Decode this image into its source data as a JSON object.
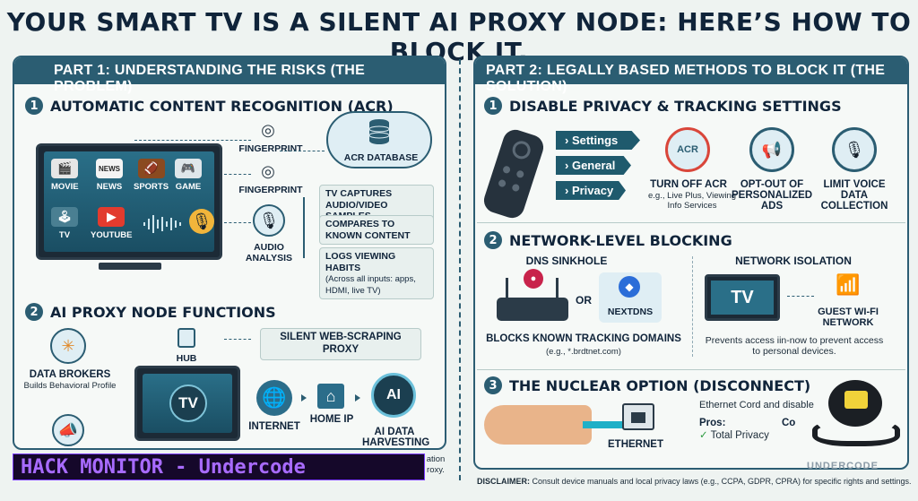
{
  "title": "YOUR SMART TV IS A SILENT AI PROXY NODE: HERE’S HOW TO BLOCK IT.",
  "left": {
    "header": "PART 1: UNDERSTANDING THE RISKS (THE PROBLEM)",
    "acr": {
      "num": "1",
      "title": "AUTOMATIC CONTENT RECOGNITION (ACR)",
      "apps": [
        "MOVIE",
        "NEWS",
        "SPORTS",
        "GAME",
        "TV",
        "YOUTUBE"
      ],
      "news_tag": "NEWS",
      "fingerprint1": "FINGERPRINT",
      "fingerprint2": "FINGERPRINT",
      "database": "ACR DATABASE",
      "audio": "AUDIO ANALYSIS",
      "steps": [
        {
          "title": "TV CAPTURES AUDIO/VIDEO SAMPLES",
          "sub": ""
        },
        {
          "title": "COMPARES TO KNOWN CONTENT",
          "sub": ""
        },
        {
          "title": "LOGS VIEWING HABITS",
          "sub": "(Across all inputs: apps, HDMI, live TV)"
        }
      ]
    },
    "proxy": {
      "num": "2",
      "title": "AI PROXY NODE FUNCTIONS",
      "data_brokers": "DATA BROKERS",
      "data_brokers_sub": "Builds Behavioral Profile",
      "hub": "HUB",
      "tv": "TV",
      "scraping": "SILENT WEB-SCRAPING PROXY",
      "internet": "INTERNET",
      "home_ip": "HOME IP",
      "ai": "AI",
      "ai_data": "AI DATA HARVESTING",
      "ai_tail": "ation",
      "ai_tail2": "roxy."
    }
  },
  "right": {
    "header": "PART 2: LEGALLY BASED METHODS TO BLOCK IT (THE SOLUTION)",
    "privacy": {
      "num": "1",
      "title": "DISABLE PRIVACY & TRACKING SETTINGS",
      "menu": [
        "Settings",
        "General",
        "Privacy"
      ],
      "acr_icon": "ACR",
      "items": [
        {
          "title": "TURN OFF ACR",
          "sub": "e.g., Live Plus, Viewing Info Services"
        },
        {
          "title": "OPT-OUT OF PERSONALIZED ADS",
          "sub": ""
        },
        {
          "title": "LIMIT VOICE DATA COLLECTION",
          "sub": ""
        }
      ]
    },
    "network": {
      "num": "2",
      "title": "NETWORK-LEVEL BLOCKING",
      "dns": "DNS SINKHOLE",
      "or": "OR",
      "nextdns": "NEXTDNS",
      "blocks": "BLOCKS KNOWN TRACKING DOMAINS",
      "blocks_sub": "(e.g., *.brdtnet.com)",
      "isolation": "NETWORK ISOLATION",
      "tv": "TV",
      "guest": "GUEST WI-FI NETWORK",
      "guest_sub": "Prevents access iin-now to prevent access to personal devices."
    },
    "nuclear": {
      "num": "3",
      "title": "THE NUCLEAR OPTION (DISCONNECT)",
      "cord": "Ethernet Cord and disable",
      "ethernet": "ETHERNET",
      "pros": "Pros:",
      "pro1": "Total Privacy",
      "cons": "Co"
    }
  },
  "watermark": "HACK MONITOR - Undercode",
  "undercode": "UNDERCODE",
  "disclaimer_label": "DISCLAIMER:",
  "disclaimer": "Consult device manuals and local privacy laws (e.g., CCPA, GDPR, CPRA) for specific rights and settings.",
  "colors": {
    "primary": "#2b5d72",
    "background": "#eef3f1",
    "watermark": "#a86bff"
  }
}
